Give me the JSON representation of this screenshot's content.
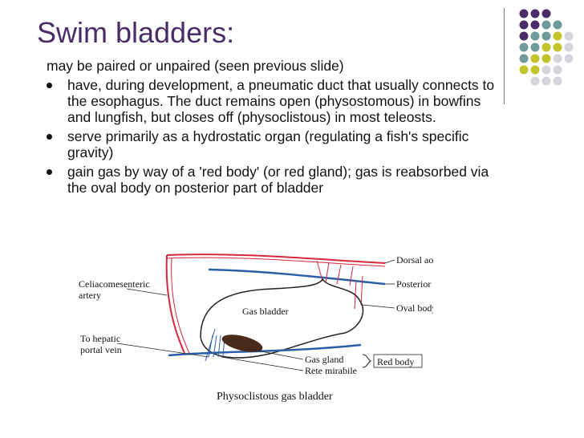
{
  "slide": {
    "title": "Swim bladders:",
    "lead": "may be paired or unpaired (seen previous slide)",
    "bullets": [
      "have, during development, a pneumatic duct that usually connects to the esophagus. The duct remains open (physostomous) in bowfins and lungfish, but closes off (physoclistous) in most teleosts.",
      "serve primarily as a hydrostatic organ (regulating a fish's specific gravity)",
      "gain gas by way of a 'red body' (or red gland); gas is reabsorbed via the oval body on posterior part of bladder"
    ]
  },
  "diagram": {
    "caption": "Physoclistous gas bladder",
    "labels": {
      "dorsal_aorta": "Dorsal aorta",
      "posterior_cardinal": "Posterior cardinal vien",
      "oval_body": "Oval body",
      "gas_bladder": "Gas bladder",
      "celiaco_1": "Celiacomesenteric",
      "celiaco_2": "artery",
      "hepatic_1": "To hepatic",
      "hepatic_2": "portal vein",
      "gas_gland": "Gas gland",
      "rete": "Rete mirabile",
      "red_body": "Red body"
    }
  },
  "colors": {
    "title": "#4a2c68",
    "dot_purple": "#4a2c68",
    "dot_teal": "#6f9a9a",
    "dot_olive": "#c3c32c",
    "dot_gray": "#d4d4dc",
    "artery_red": "#d6283c",
    "vein_blue": "#2a5fa8"
  }
}
